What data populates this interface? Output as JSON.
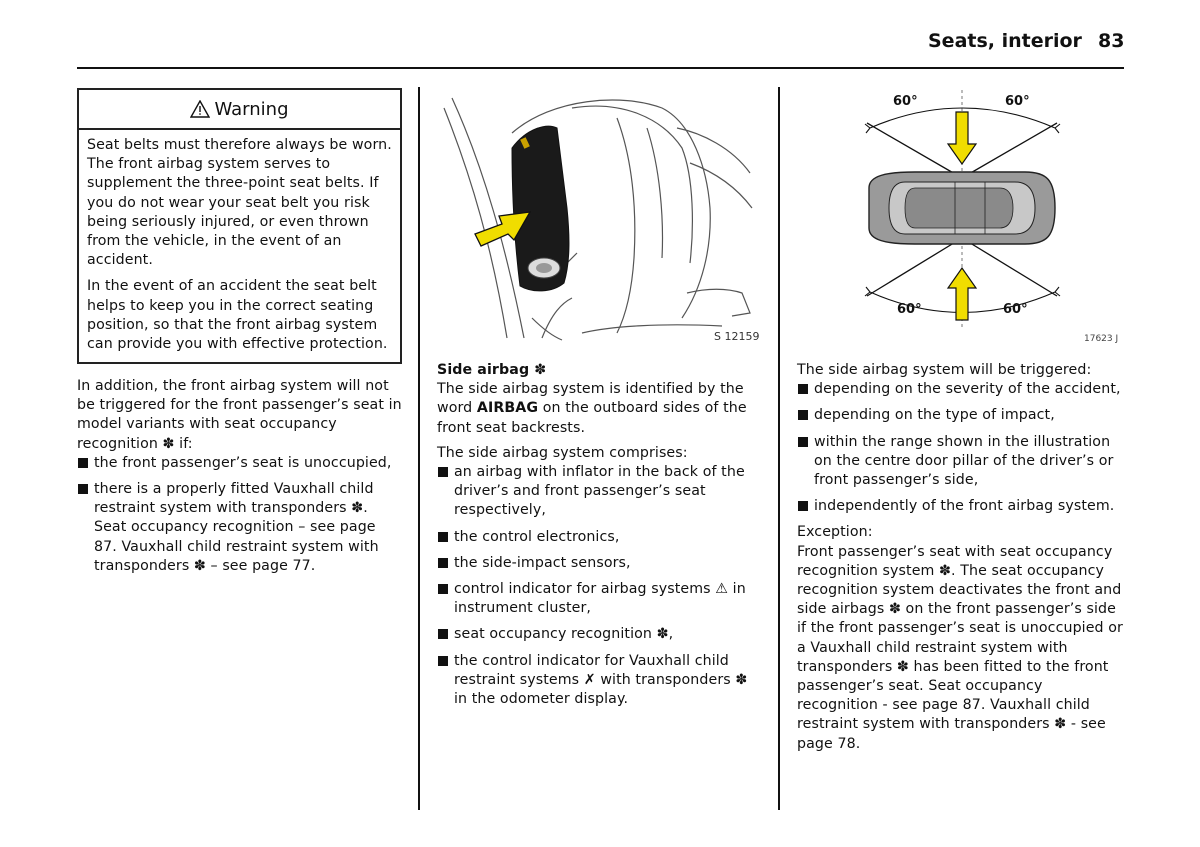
{
  "header": {
    "section_title": "Seats, interior",
    "page_number": "83"
  },
  "warning": {
    "title": "Warning",
    "para1": "Seat belts must therefore always be worn. The front airbag system serves to supplement the three-point seat belts. If you do not wear your seat belt you risk being seriously injured, or even thrown from the vehicle, in the event of an accident.",
    "para2": "In the event of an accident the seat belt helps to keep you in the correct seating position, so that the front airbag system can provide you with effective protection."
  },
  "col1": {
    "intro": "In addition, the front airbag system will not be triggered for the front passenger’s seat in model variants with seat occupancy recognition ✽ if:",
    "bullets": [
      "the front passenger’s seat is unoccupied,",
      "there is a properly fitted Vauxhall child restraint system with transponders ✽. Seat occupancy recognition – see page 87. Vauxhall child restraint system with transponders ✽ – see page 77."
    ]
  },
  "fig1": {
    "label": "S 12159"
  },
  "fig2": {
    "angle": "60°",
    "label": "17623 J"
  },
  "col2": {
    "heading": "Side airbag ✽",
    "p1_before": "The side airbag system is identified by the word ",
    "p1_bold": "AIRBAG",
    "p1_after": " on the outboard sides of the front seat backrests.",
    "p2": "The side airbag system comprises:",
    "bullets": [
      "an airbag with inflator in the back of the driver’s and front passenger’s seat respectively,",
      "the control electronics,",
      "the side-impact sensors,",
      "control indicator for airbag systems ⚠ in instrument cluster,",
      "seat occupancy recognition ✽,",
      "the control indicator for Vauxhall child restraint systems ✗ with transponders ✽ in the odometer display."
    ]
  },
  "col3": {
    "intro": "The side airbag system will be triggered:",
    "bullets": [
      "depending on the severity of the accident,",
      "depending on the type of impact,",
      "within the range shown in the illustration on the centre door pillar of the driver’s or front passenger’s side,",
      "independently of the front airbag system."
    ],
    "exception_label": "Exception:",
    "exception_text": "Front passenger’s seat with seat occupancy recognition system ✽. The seat occupancy recognition system deactivates the front and side airbags ✽ on the front passenger’s side if the front passenger’s seat is unoccupied or a Vauxhall child restraint system with transponders ✽ has been fitted to the front passenger’s seat. Seat occupancy recognition - see page 87. Vauxhall child restraint system with transponders ✽ - see page 78."
  }
}
